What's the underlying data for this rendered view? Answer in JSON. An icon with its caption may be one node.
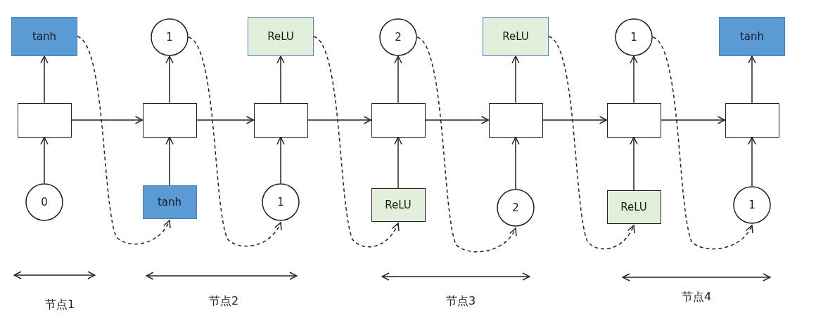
{
  "diagram": {
    "nodes": [
      {
        "text": [
          "tanh"
        ]
      },
      {
        "text": [
          "1"
        ]
      },
      {
        "text": [
          "ReLU"
        ]
      },
      {
        "text": [
          "2"
        ]
      },
      {
        "text": [
          "ReLU"
        ]
      },
      {
        "text": [
          "1"
        ]
      },
      {
        "text": [
          "tanh"
        ]
      },
      {
        "text": [],
        "shape": "box"
      },
      {
        "text": [],
        "shape": "box"
      },
      {
        "text": [],
        "shape": "box"
      },
      {
        "text": [],
        "shape": "box"
      },
      {
        "text": [],
        "shape": "box"
      },
      {
        "text": [],
        "shape": "box"
      },
      {
        "text": [],
        "shape": "box"
      },
      {
        "text": [
          "0"
        ]
      },
      {
        "text": [
          "tanh"
        ]
      },
      {
        "text": [
          "1"
        ]
      },
      {
        "text": [
          "ReLU"
        ]
      },
      {
        "text": [
          "2"
        ]
      },
      {
        "text": [
          "ReLU"
        ]
      },
      {
        "text": [
          "1"
        ]
      }
    ],
    "edges": [
      {
        "from": 7,
        "to": 8,
        "arrow": "to"
      },
      {
        "from": 8,
        "to": 9,
        "arrow": "to"
      },
      {
        "from": 9,
        "to": 10,
        "arrow": "to"
      },
      {
        "from": 10,
        "to": 11,
        "arrow": "to"
      },
      {
        "from": 11,
        "to": 12,
        "arrow": "to"
      },
      {
        "from": 12,
        "to": 13,
        "arrow": "to"
      },
      {
        "from": 14,
        "to": 7,
        "arrow": "to"
      },
      {
        "from": 15,
        "to": 8,
        "arrow": "to"
      },
      {
        "from": 16,
        "to": 9,
        "arrow": "to"
      },
      {
        "from": 17,
        "to": 10,
        "arrow": "to"
      },
      {
        "from": 18,
        "to": 11,
        "arrow": "to"
      },
      {
        "from": 19,
        "to": 12,
        "arrow": "to"
      },
      {
        "from": 20,
        "to": 13,
        "arrow": "to"
      },
      {
        "from": 7,
        "to": 0,
        "arrow": "to"
      },
      {
        "from": 8,
        "to": 1,
        "arrow": "to"
      },
      {
        "from": 9,
        "to": 2,
        "arrow": "to"
      },
      {
        "from": 10,
        "to": 3,
        "arrow": "to"
      },
      {
        "from": 11,
        "to": 4,
        "arrow": "to"
      },
      {
        "from": 12,
        "to": 5,
        "arrow": "to"
      },
      {
        "from": 13,
        "to": 6,
        "arrow": "to"
      },
      {
        "from": 0,
        "to": 15,
        "arrow": "to",
        "style": "dashed"
      },
      {
        "from": 1,
        "to": 16,
        "arrow": "to",
        "style": "dashed"
      },
      {
        "from": 2,
        "to": 17,
        "arrow": "to",
        "style": "dashed"
      },
      {
        "from": 3,
        "to": 18,
        "arrow": "to",
        "style": "dashed"
      },
      {
        "from": 4,
        "to": 19,
        "arrow": "to",
        "style": "dashed"
      },
      {
        "from": 5,
        "to": 20,
        "arrow": "to",
        "style": "dashed"
      }
    ],
    "labels": [
      "节点1",
      "节点2",
      "节点3",
      "节点4"
    ]
  }
}
